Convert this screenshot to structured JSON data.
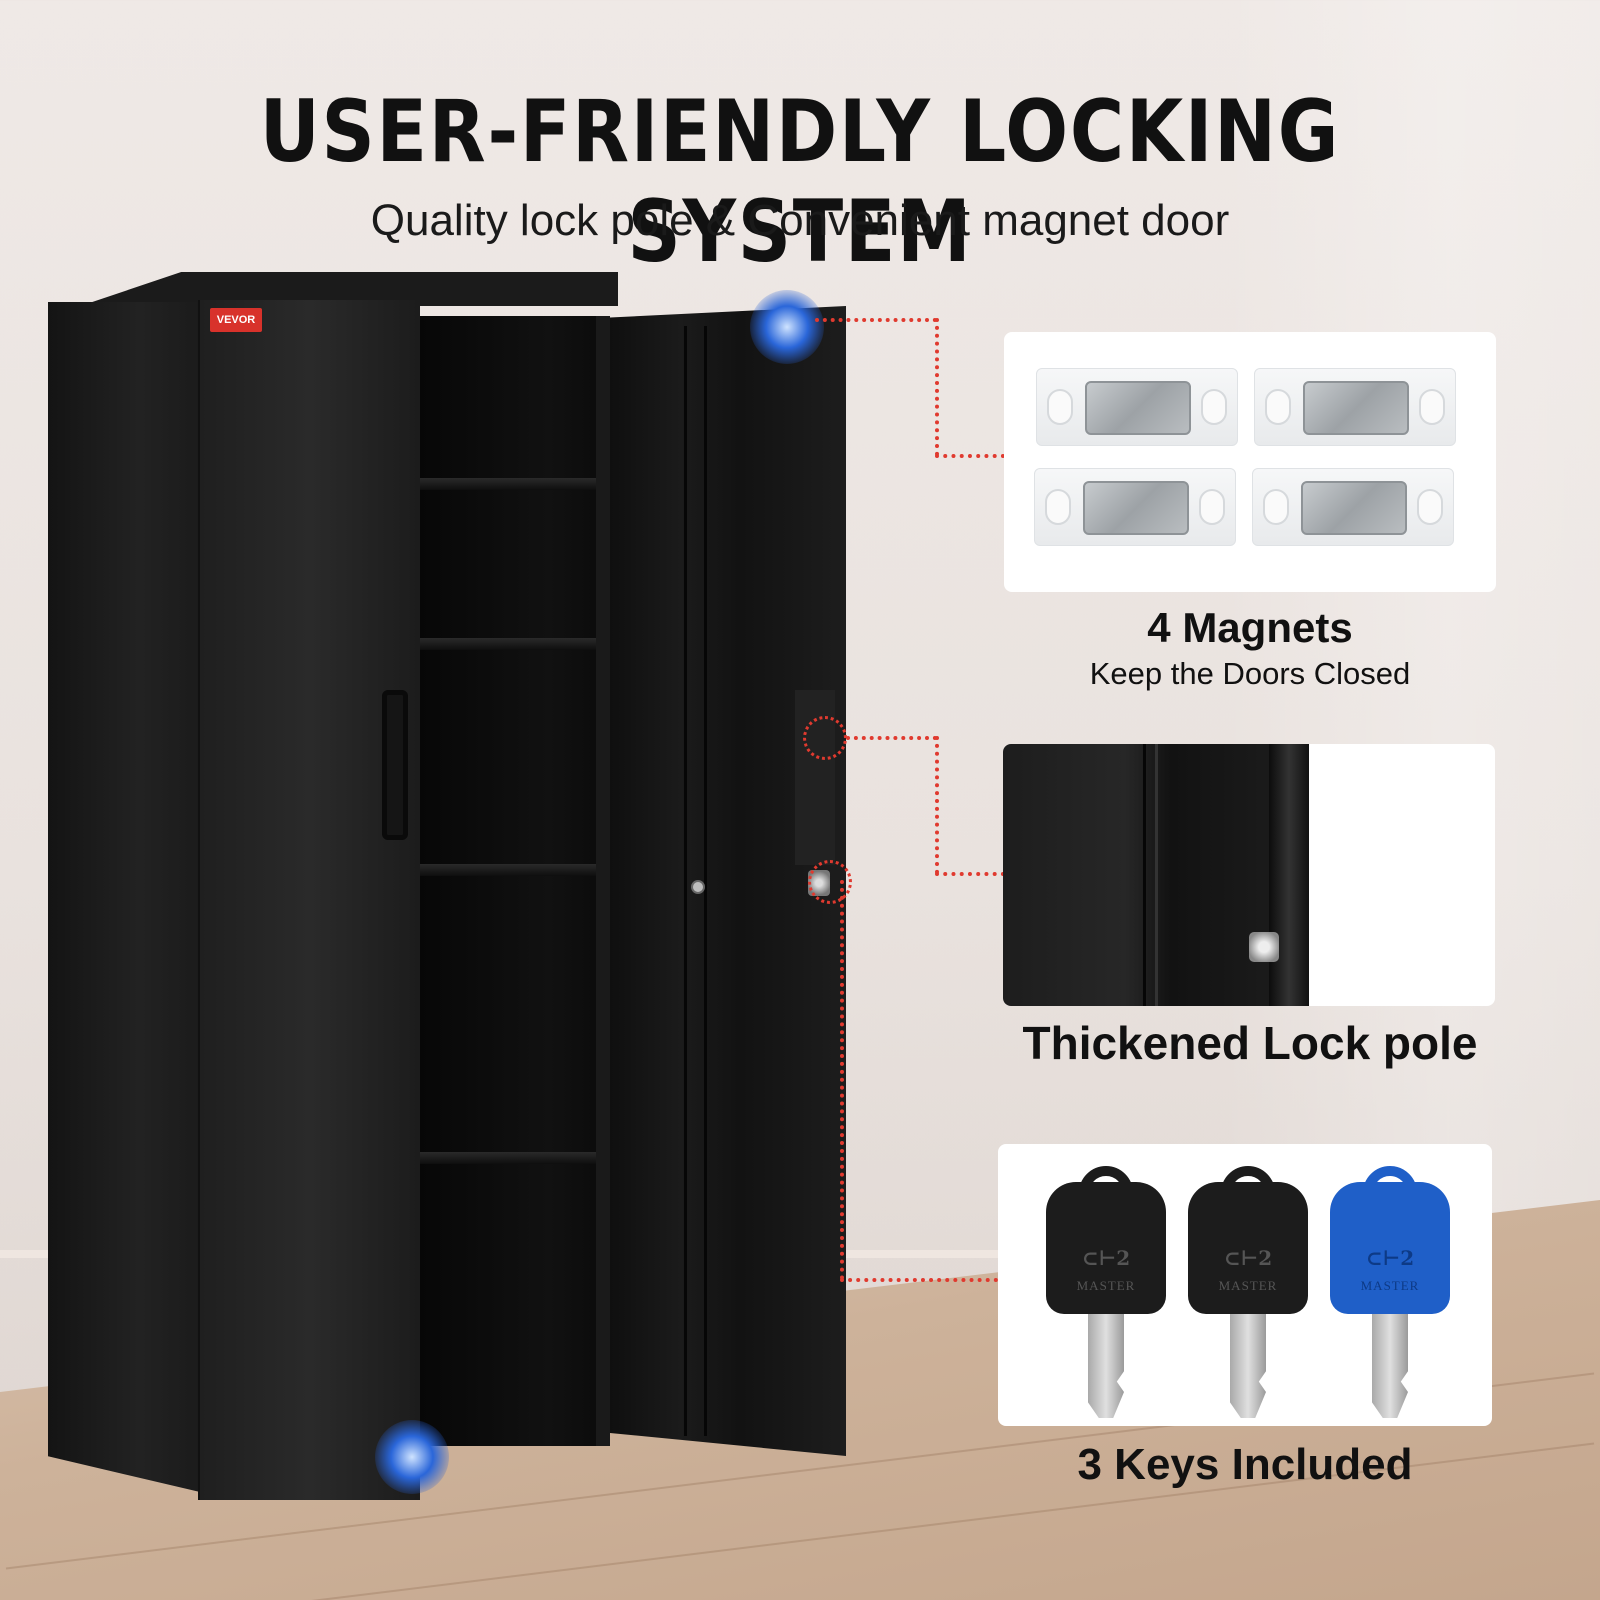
{
  "headline": "USER-FRIENDLY LOCKING SYSTEM",
  "subheadline": "Quality lock pole & Convenient magnet door",
  "brand": {
    "badge_text": "VEVOR",
    "color": "#d8322b"
  },
  "accent_color": "#e03a2f",
  "highlight_color": "#2a66d9",
  "features": [
    {
      "title": "4 Magnets",
      "subtitle": "Keep the Doors Closed"
    },
    {
      "title": "Thickened Lock pole",
      "subtitle": ""
    },
    {
      "title": "3 Keys Included",
      "subtitle": ""
    }
  ],
  "keys": [
    {
      "top_mark": "⊂⊢2",
      "engraving": "MASTER",
      "color": "#1c1c1c",
      "engrave_color": "#555"
    },
    {
      "top_mark": "⊂⊢2",
      "engraving": "MASTER",
      "color": "#1c1c1c",
      "engrave_color": "#555"
    },
    {
      "top_mark": "⊂⊢2",
      "engraving": "MASTER",
      "color": "#1f5fc8",
      "engrave_color": "#0d3a86"
    }
  ]
}
